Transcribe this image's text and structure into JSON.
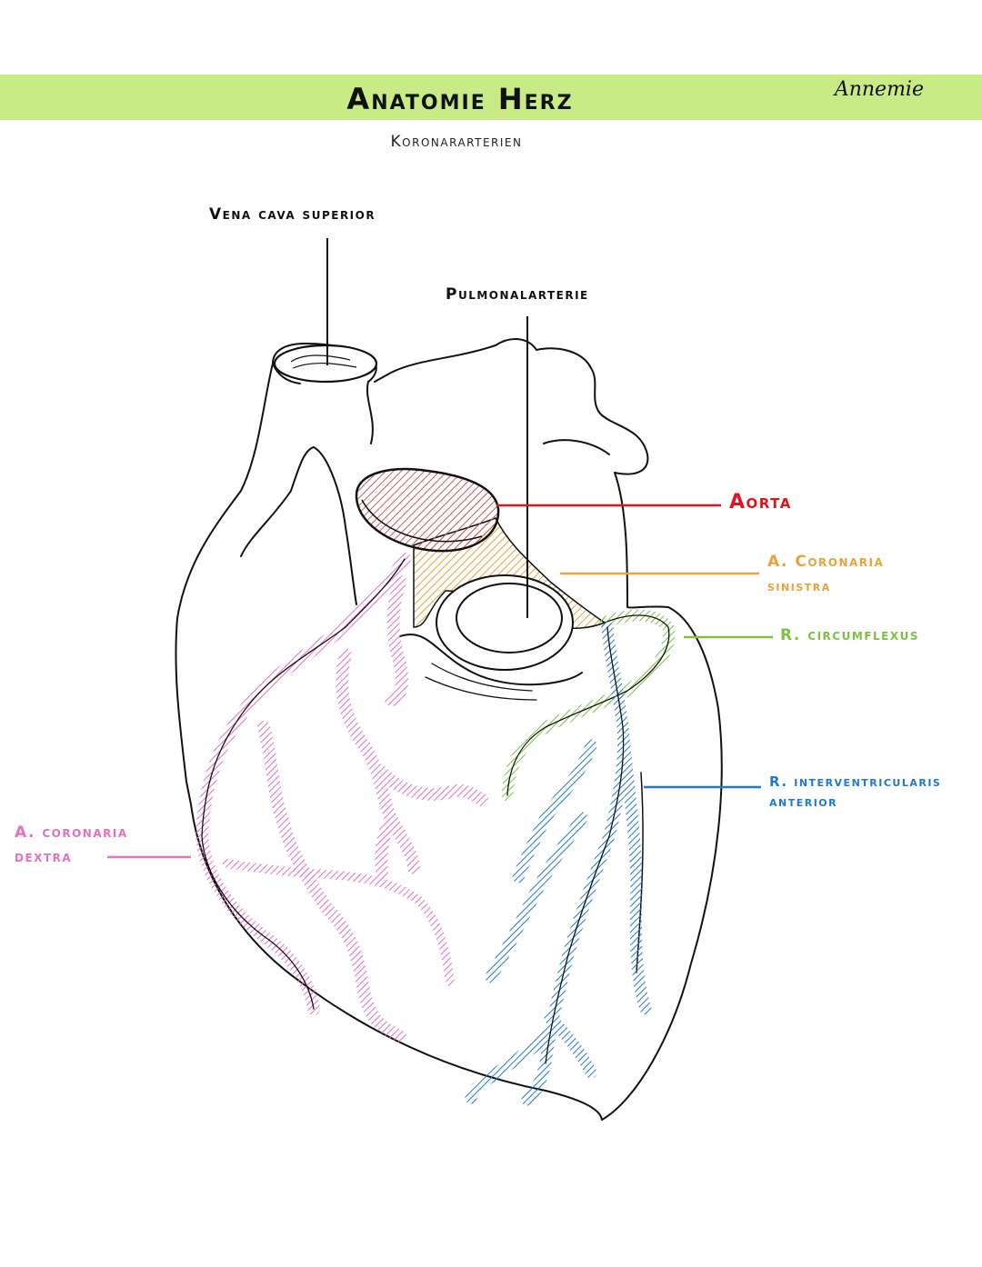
{
  "header": {
    "title": "Anatomie Herz",
    "subtitle": "Koronararterien",
    "author": "Annemie"
  },
  "labels": {
    "vena_cava_superior": "Vena cava superior",
    "pulmonalarterie": "Pulmonalarterie",
    "aorta": "Aorta",
    "a_coronaria_sinistra_1": "A. Coronaria",
    "a_coronaria_sinistra_2": "sinistra",
    "r_circumflexus": "R. circumflexus",
    "r_interventricularis_1": "R. interventricularis",
    "r_interventricularis_2": "anterior",
    "a_coronaria_dextra_1": "A. coronaria",
    "a_coronaria_dextra_2": "dextra"
  },
  "colors": {
    "header_bar": "#c9eb86",
    "aorta": "#e0161c",
    "sinistra": "#e9a23b",
    "circumflexus": "#7cc242",
    "interventricularis": "#1f78d1",
    "dextra": "#e56fc0",
    "outline": "#111111"
  }
}
